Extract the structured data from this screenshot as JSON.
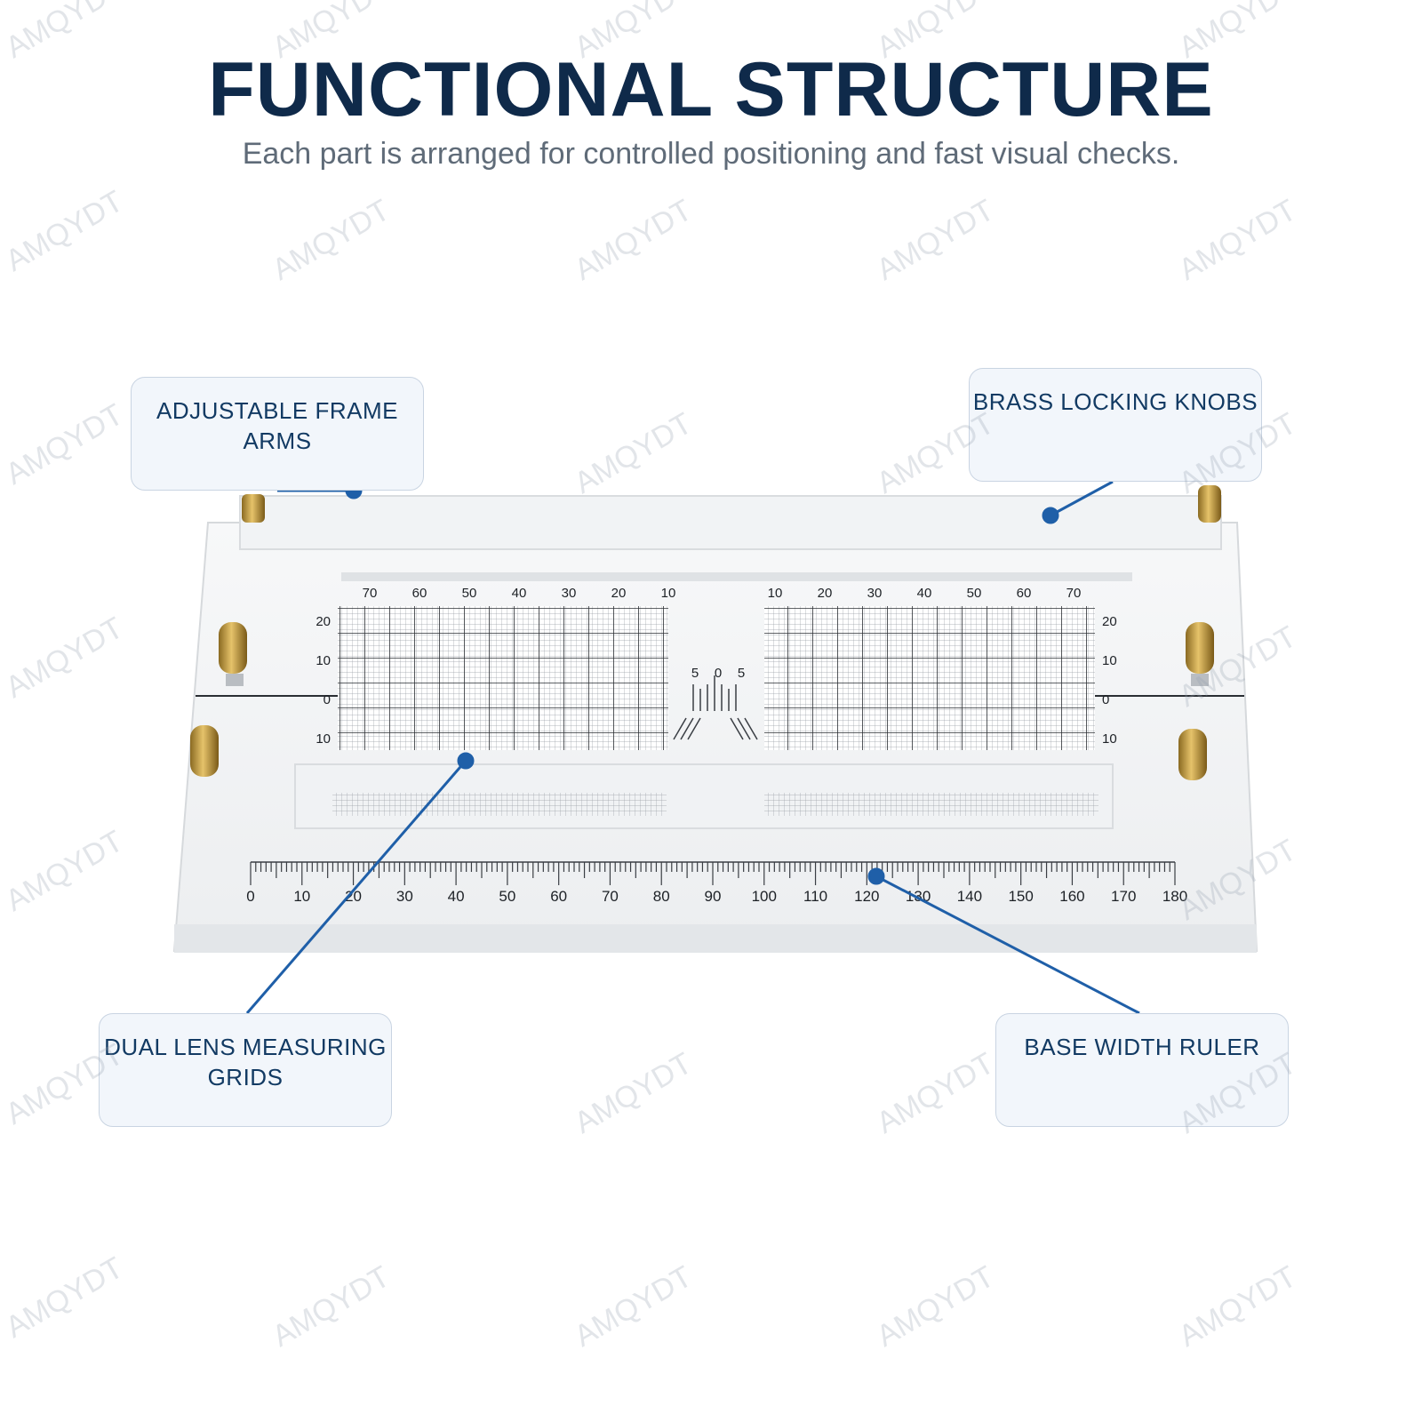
{
  "title": "FUNCTIONAL STRUCTURE",
  "subtitle": "Each part is arranged for controlled positioning and fast visual checks.",
  "callouts": {
    "arms": "ADJUSTABLE FRAME ARMS",
    "knobs": "BRASS LOCKING KNOBS",
    "grids": "DUAL LENS MEASURING GRIDS",
    "ruler": "BASE WIDTH RULER"
  },
  "watermark": "AMQYDT",
  "ruler_labels": [
    "0",
    "10",
    "20",
    "30",
    "40",
    "50",
    "60",
    "70",
    "80",
    "90",
    "100",
    "110",
    "120",
    "130",
    "140",
    "150",
    "160",
    "170",
    "180"
  ],
  "grid_top_labels_left": [
    "70",
    "60",
    "50",
    "40",
    "30",
    "20",
    "10"
  ],
  "grid_top_labels_right": [
    "10",
    "20",
    "30",
    "40",
    "50",
    "60",
    "70"
  ],
  "grid_side_labels": [
    "20",
    "10",
    "0",
    "10"
  ],
  "center_labels": [
    "5",
    "0",
    "5"
  ],
  "colors": {
    "title": "#0f2a4a",
    "subtitle": "#5f6b78",
    "callout_text": "#123a63",
    "leader_line": "#1f5fa8",
    "callout_bg": "#f2f6fb"
  }
}
